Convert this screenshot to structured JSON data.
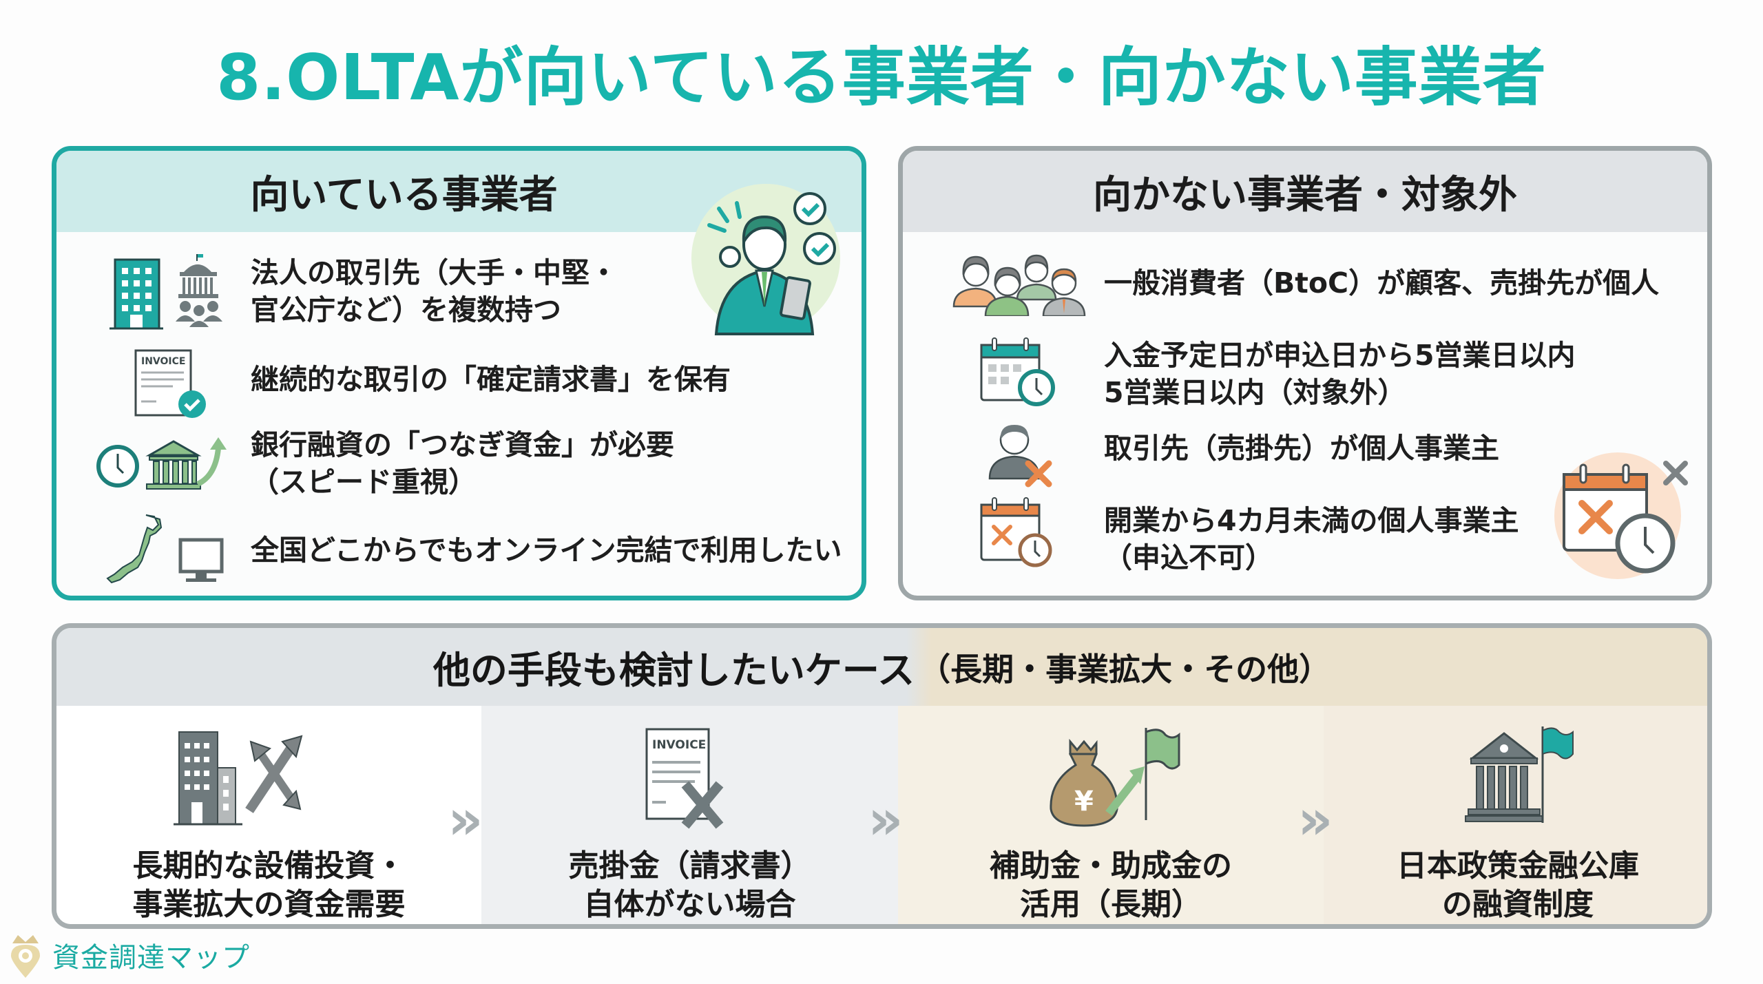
{
  "title": "8.OLTAが向いている事業者・向かない事業者",
  "suitable": {
    "heading": "向いている事業者",
    "items": [
      {
        "icon": "corporate-building-government-icon",
        "text": "法人の取引先（大手・中堅・\n官公庁など）を複数持つ"
      },
      {
        "icon": "invoice-check-icon",
        "text": "継続的な取引の「確定請求書」を保有",
        "icon_label": "INVOICE"
      },
      {
        "icon": "clock-bank-arrow-icon",
        "text": "銀行融資の「つなぎ資金」が必要\n（スピード重視）"
      },
      {
        "icon": "japan-map-monitor-icon",
        "text": "全国どこからでもオンライン完結で利用したい"
      }
    ],
    "illustration": "businessman-checkmarks-illustration"
  },
  "unsuitable": {
    "heading": "向かない事業者・対象外",
    "items": [
      {
        "icon": "consumers-group-icon",
        "text": "一般消費者（BtoC）が顧客、売掛先が個人"
      },
      {
        "icon": "calendar-clock-icon",
        "text": "入金予定日が申込日から5営業日以内\n5営業日以内（対象外）"
      },
      {
        "icon": "person-x-icon",
        "text": "取引先（売掛先）が個人事業主"
      },
      {
        "icon": "calendar-x-clock-icon",
        "text": "開業から4カ月未満の個人事業主\n（申込不可）"
      }
    ],
    "illustration": "calendar-x-large-illustration"
  },
  "alternatives": {
    "heading": "他の手段も検討したいケース",
    "heading_sub": "（長期・事業拡大・その他）",
    "items": [
      {
        "icon": "building-arrows-icon",
        "text": "長期的な設備投資・\n事業拡大の資金需要"
      },
      {
        "icon": "invoice-x-icon",
        "text": "売掛金（請求書）\n自体がない場合",
        "icon_label": "INVOICE"
      },
      {
        "icon": "yen-bag-flag-icon",
        "text": "補助金・助成金の\n活用（長期）",
        "icon_label": "¥"
      },
      {
        "icon": "bank-flag-icon",
        "text": "日本政策金融公庫\nの融資制度"
      }
    ],
    "separator": "»"
  },
  "footer": {
    "brand": "資金調達マップ"
  },
  "colors": {
    "accent": "#17b5ad",
    "teal_border": "#1fa9a3",
    "gray_border": "#9ea6a8",
    "orange": "#e8874a",
    "green": "#8cc08a"
  }
}
